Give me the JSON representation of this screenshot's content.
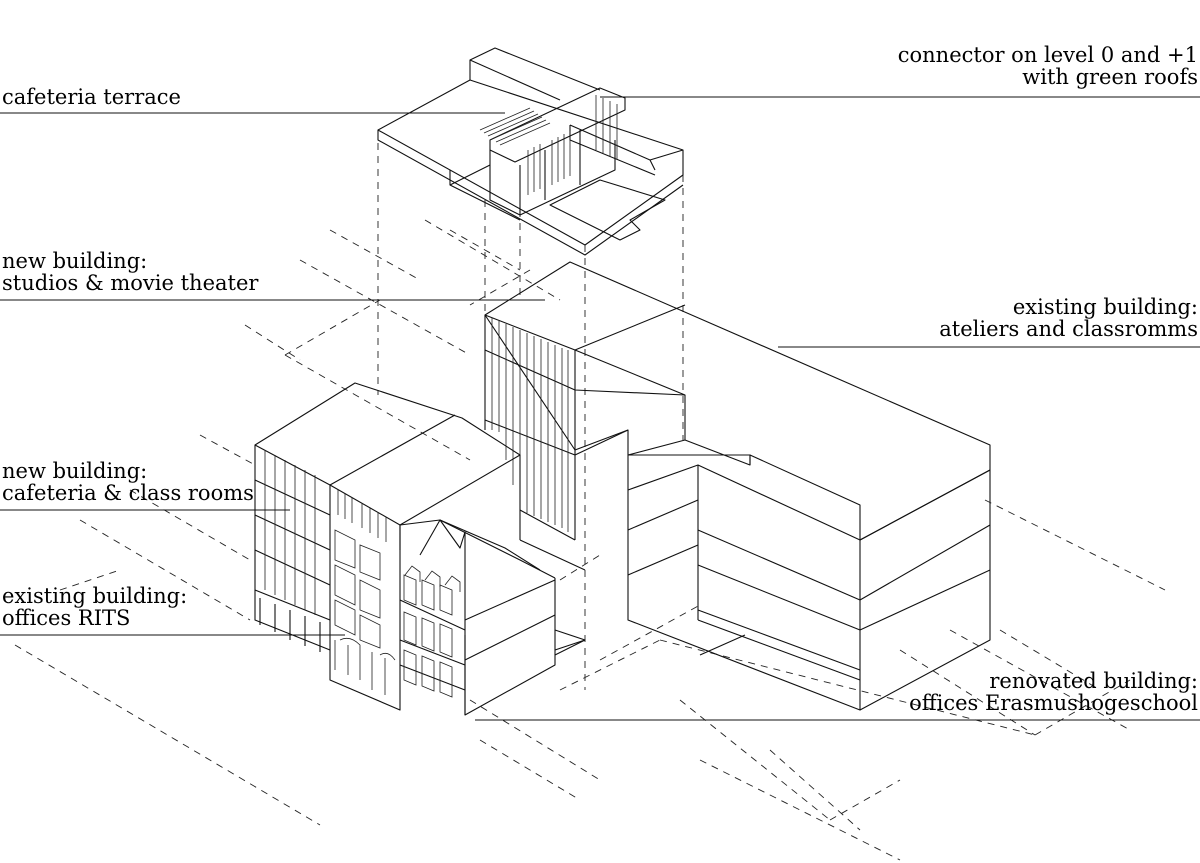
{
  "labels": {
    "cafeteria_terrace": "cafeteria terrace",
    "connector_line1": "connector on level 0 and +1",
    "connector_line2": "with green roofs",
    "new_studios_line1": "new building:",
    "new_studios_line2": "studios & movie theater",
    "existing_ateliers_line1": "existing building:",
    "existing_ateliers_line2": "ateliers and classromms",
    "new_cafeteria_line1": "new building:",
    "new_cafeteria_line2": "cafeteria & class rooms",
    "existing_rits_line1": "existing building:",
    "existing_rits_line2": "offices RITS",
    "renovated_line1": "renovated building:",
    "renovated_line2": "offices Erasmushogeschool"
  },
  "colors": {
    "ink": "#000000",
    "background": "#ffffff"
  }
}
